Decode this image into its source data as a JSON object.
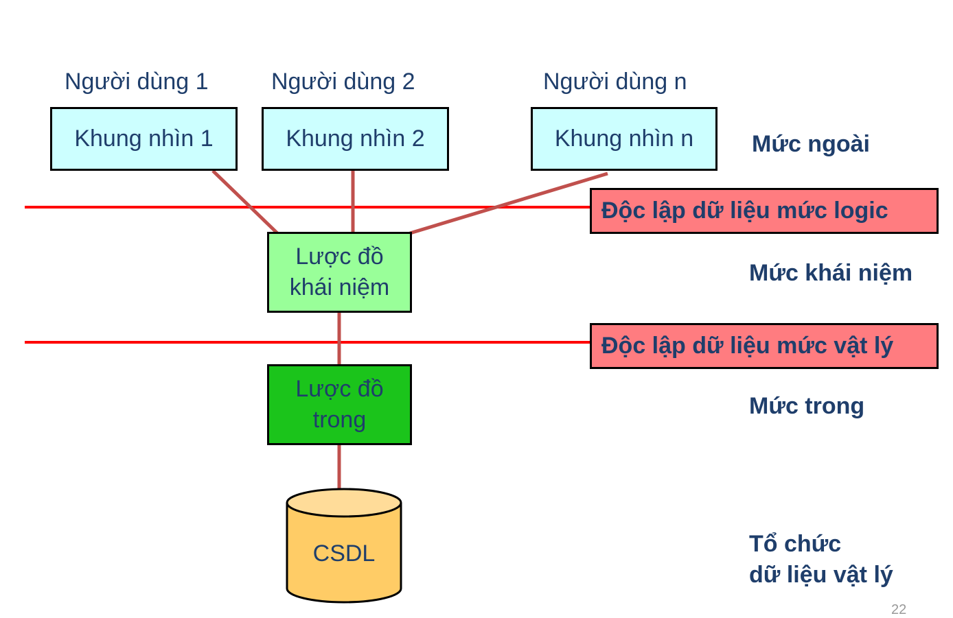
{
  "users": [
    {
      "label": "Người dùng 1",
      "view": "Khung nhìn 1"
    },
    {
      "label": "Người dùng 2",
      "view": "Khung nhìn 2"
    },
    {
      "label": "Người dùng n",
      "view": "Khung nhìn n"
    }
  ],
  "conceptual_schema": {
    "line1": "Lược đồ",
    "line2": "khái niệm"
  },
  "internal_schema": {
    "line1": "Lược đồ",
    "line2": "trong"
  },
  "database": {
    "label": "CSDL"
  },
  "independence": {
    "logical": "Độc lập dữ liệu mức logic",
    "physical": "Độc lập dữ liệu mức vật lý"
  },
  "levels": {
    "external": "Mức ngoài",
    "conceptual": "Mức khái niệm",
    "internal": "Mức trong",
    "physical_line1": "Tổ chức",
    "physical_line2": "dữ liệu vật lý"
  },
  "page_number": "22",
  "colors": {
    "text": "#1f3e6b",
    "view_fill": "#ccffff",
    "concept_fill": "#99ff99",
    "internal_fill": "#1bc41b",
    "independence_fill": "#ff7c80",
    "divider_line": "#ff0000",
    "connector": "#c0504d",
    "cylinder_body": "#ffcc66",
    "cylinder_top": "#ffdc99"
  }
}
